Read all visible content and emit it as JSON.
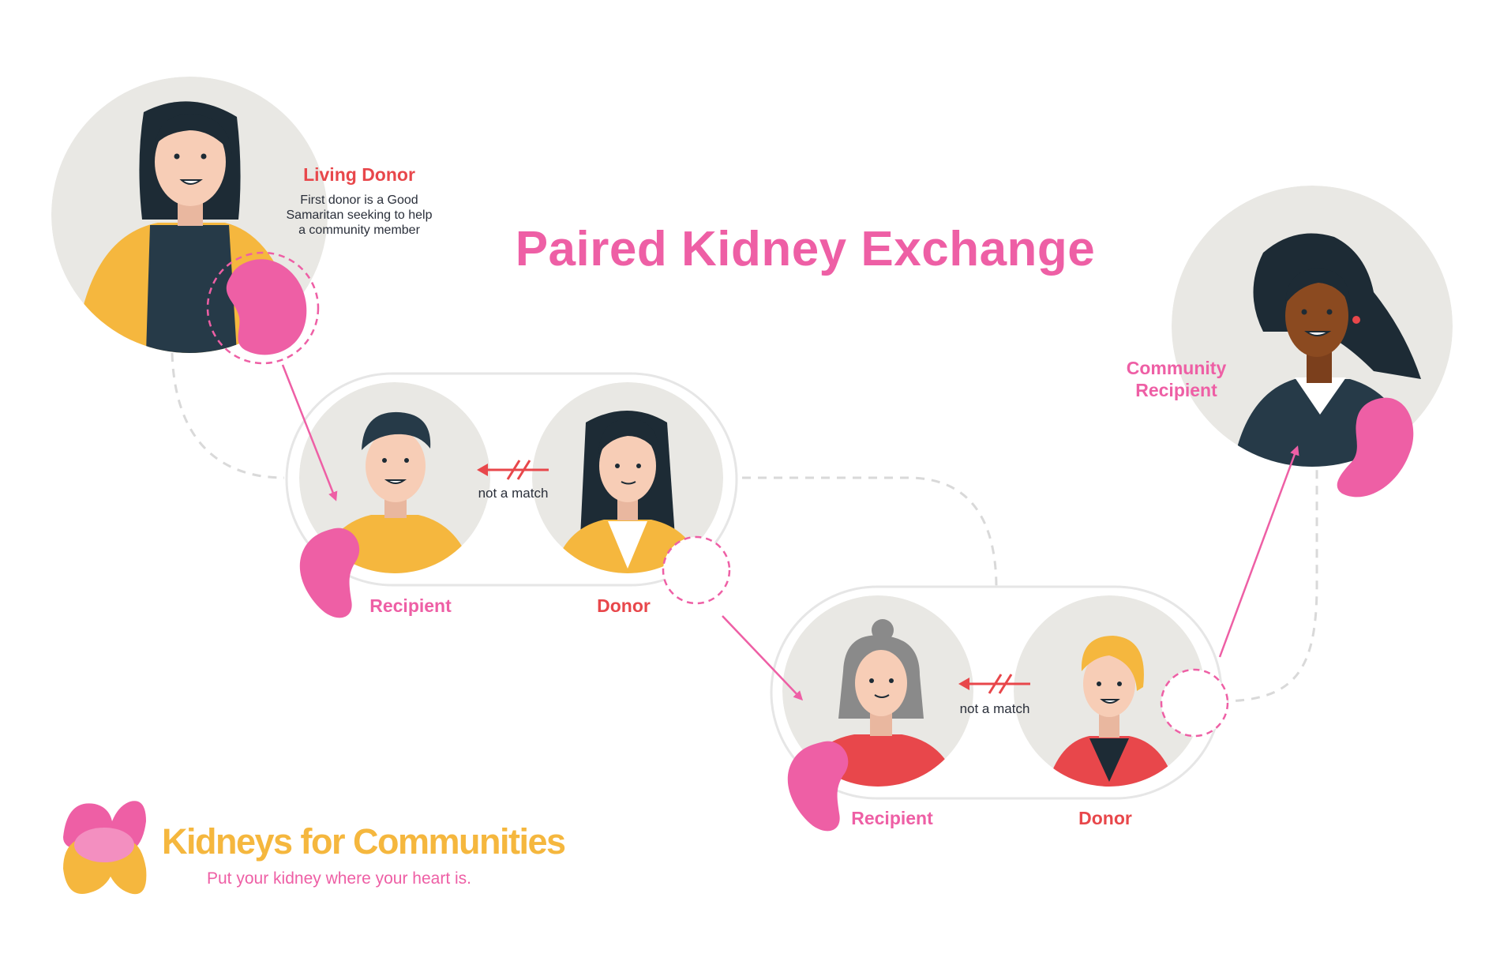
{
  "title": "Paired Kidney Exchange",
  "living_donor": {
    "label": "Living Donor",
    "description": [
      "First donor is a Good",
      "Samaritan seeking to help",
      "a community member"
    ]
  },
  "pair1": {
    "recipient_label": "Recipient",
    "donor_label": "Donor",
    "mismatch_label": "not a match"
  },
  "pair2": {
    "recipient_label": "Recipient",
    "donor_label": "Donor",
    "mismatch_label": "not a match"
  },
  "community_recipient": {
    "label_line1": "Community",
    "label_line2": "Recipient"
  },
  "brand": {
    "name": "Kidneys for Communities",
    "tagline": "Put your kidney where your heart is."
  },
  "colors": {
    "pink": "#ee5fa5",
    "red": "#e8474b",
    "yellow": "#f5b73e",
    "navy": "#263a48",
    "circle_bg": "#e9e8e4",
    "skin": "#f7cdb6",
    "dashed_gray": "#d9d9d9"
  }
}
